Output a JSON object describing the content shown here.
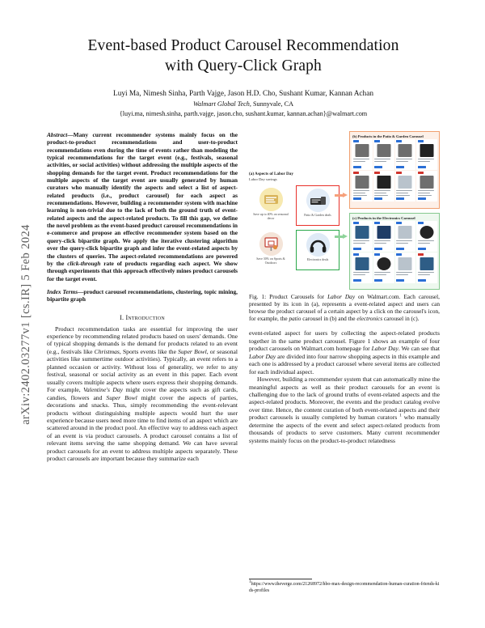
{
  "arxiv_stamp": "arXiv:2402.03277v1  [cs.IR]  5 Feb 2024",
  "paper": {
    "title_line1": "Event-based Product Carousel Recommendation",
    "title_line2": "with Query-Click Graph",
    "authors": "Luyi Ma, Nimesh Sinha, Parth Vajge, Jason H.D. Cho, Sushant Kumar, Kannan Achan",
    "affiliation_institution": "Walmart Global Tech",
    "affiliation_location": ", Sunnyvale, CA",
    "emails": "{luyi.ma, nimesh.sinha, parth.vajge, jason.cho, sushant.kumar, kannan.achan}@walmart.com"
  },
  "abstract": {
    "lead": "Abstract",
    "dash": "—",
    "text": "Many current recommender systems mainly focus on the product-to-product recommendations and user-to-product recommendations even during the time of events rather than modeling the typical recommendations for the target event (e.g., festivals, seasonal activities, or social activities) without addressing the multiple aspects of the shopping demands for the target event. Product recommendations for the multiple aspects of the target event are usually generated by human curators who manually identify the aspects and select a list of aspect-related products (i.e., product carousel) for each aspect as recommendations. However, building a recommender system with machine learning is non-trivial due to the lack of both the ground truth of event-related aspects and the aspect-related products. To fill this gap, we define the novel problem as the event-based product carousel recommendations in e-commerce and propose an effective recommender system based on the query-click bipartite graph. We apply the iterative clustering algorithm over the query-click bipartite graph and infer the event-related aspects by the clusters of queries. The aspect-related recommendations are powered by the ",
    "italic_phrase": "click-through",
    "text_after": " rate of products regarding each aspect. We show through experiments that this approach effectively mines product carousels for the target event."
  },
  "index_terms": {
    "lead": "Index Terms",
    "dash": "—",
    "text": "product carousel recommendations, clustering, topic mining, bipartite graph"
  },
  "sections": {
    "introduction_heading": "I. Introduction"
  },
  "left_column": {
    "para1_a": "Product recommendation tasks are essential for improving the user experience by recommending related products based on users' demands. One of typical shopping demands is the demand for products related to an event (e.g., festivals like ",
    "para1_it1": "Christmas",
    "para1_b": ", Sports events like the ",
    "para1_it2": "Super Bowl",
    "para1_c": ", or seasonal activities like summertime outdoor activities). Typically, an event refers to a planned occasion or activity. Without loss of generality, we refer to any festival, seasonal or social activity as an event in this paper. Each event usually covers multiple aspects where users express their shopping demands. For example, ",
    "para1_it3": "Valentine's Day",
    "para1_d": " might cover the aspects such as gift cards, candies, flowers and ",
    "para1_it4": "Super Bowl",
    "para1_e": " might cover the aspects of parties, decorations and snacks. Thus, simply recommending the event-relevant products without distinguishing multiple aspects would hurt the user experience because users need more time to find items of an aspect which are scattered around in the product pool. An effective way to address each aspect of an event is via product carousels. A product carousel contains a list of relevant items serving the same shopping demand. We can have several product carousels for an event to address multiple aspects separately. These product carousels are important because they summarize each"
  },
  "right_column": {
    "para_cont_a": "event-related aspect for users by collecting the aspect-related products together in the same product carousel. Figure 1 shows an example of four product carousels on Walmart.com homepage for ",
    "para_cont_it1": "Labor Day",
    "para_cont_b": ". We can see that ",
    "para_cont_it2": "Labor Day",
    "para_cont_c": " are divided into four narrow shopping aspects in this example and each one is addressed by a product carousel where several items are collected for each individual aspect.",
    "para2_a": "However, building a recommender system that can automatically mine the meaningful aspects as well as their product carousels for an event is challenging due to the lack of ground truths of event-related aspects and the aspect-related products. Moreover, the events and the product catalog evolve over time. Hence, the content curation of both event-related aspects and their product carousels is usually completed by human curators ",
    "para2_footmark": "1",
    "para2_b": " who manually determine the aspects of the event and select aspect-related products from thousands of products to serve customers. Many current recommender systems mainly focus on the product-to-product relatedness",
    "footnote_mark": "1",
    "footnote_url": "https://www.theverge.com/21268972/hbo-max-design-recommendation-human-curation-friends-kids-profiles"
  },
  "figure": {
    "caption_a": "Fig. 1: Product Carousels for ",
    "caption_it1": "Labor Day",
    "caption_b": " on Walmart.com. Each carousel, presented by its icon in (a), represents a event-related aspect and users can browse the product carousel of a certain aspect by a click on the carousel's icon, for example, the ",
    "caption_it2": "patio",
    "caption_c": " carousel in (b) and the ",
    "caption_it3": "electronics",
    "caption_d": " carousel in (c).",
    "panel_a_label": "(a) Aspects of Labor Day",
    "panel_a_sub": "Labor Day savings",
    "panel_b_label": "(b) Products in the Patio & Garden Carousel",
    "panel_c_label": "(c) Products in the Electronics Carousel",
    "aspects": [
      {
        "label": "Save up to 40% on seasonal decor",
        "highlight": "none"
      },
      {
        "label": "Patio & Garden deals",
        "highlight": "red"
      },
      {
        "label": "Save 30% on Sports & Outdoors",
        "highlight": "none"
      },
      {
        "label": "Electronics deals",
        "highlight": "green"
      }
    ],
    "colors": {
      "red_box": "#e8302a",
      "green_box": "#2aa84a",
      "panel_b_border": "#f0a070",
      "panel_b_fill": "#fdf0e8",
      "panel_c_border": "#86c98f",
      "panel_c_fill": "#eef8ef",
      "arrow_red": "#f6a07a",
      "arrow_green": "#8ed39a"
    }
  }
}
